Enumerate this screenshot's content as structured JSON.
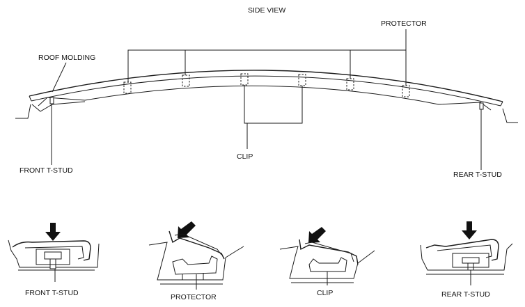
{
  "side_view": {
    "title": "SIDE VIEW",
    "labels": {
      "protector": "PROTECTOR",
      "roof_molding": "ROOF MOLDING",
      "clip": "CLIP",
      "front_t_stud": "FRONT T-STUD",
      "rear_t_stud": "REAR T-STUD"
    }
  },
  "details": [
    {
      "label": "FRONT T-STUD"
    },
    {
      "label": "PROTECTOR"
    },
    {
      "label": "CLIP"
    },
    {
      "label": "REAR T-STUD"
    }
  ]
}
